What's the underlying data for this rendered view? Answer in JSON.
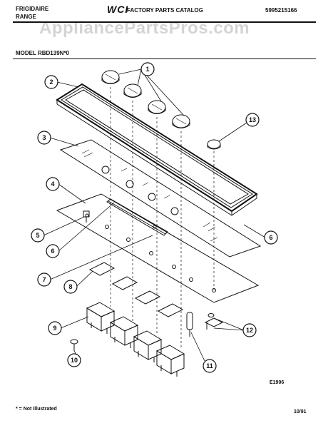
{
  "header": {
    "brand_line1": "FRIGIDAIRE",
    "brand_line2": "RANGE",
    "catalog_logo": "WCI",
    "catalog_title": "FACTORY PARTS CATALOG",
    "catalog_number": "5995215166",
    "watermark": "AppliancePartsPros.com"
  },
  "model": {
    "label": "MODEL RBD139N*0"
  },
  "callouts": [
    "1",
    "2",
    "3",
    "4",
    "5",
    "6",
    "6",
    "7",
    "8",
    "9",
    "10",
    "11",
    "12",
    "13"
  ],
  "figure_code": "E1906",
  "footer": {
    "note": "* = Not Illustrated",
    "date": "10/91"
  }
}
